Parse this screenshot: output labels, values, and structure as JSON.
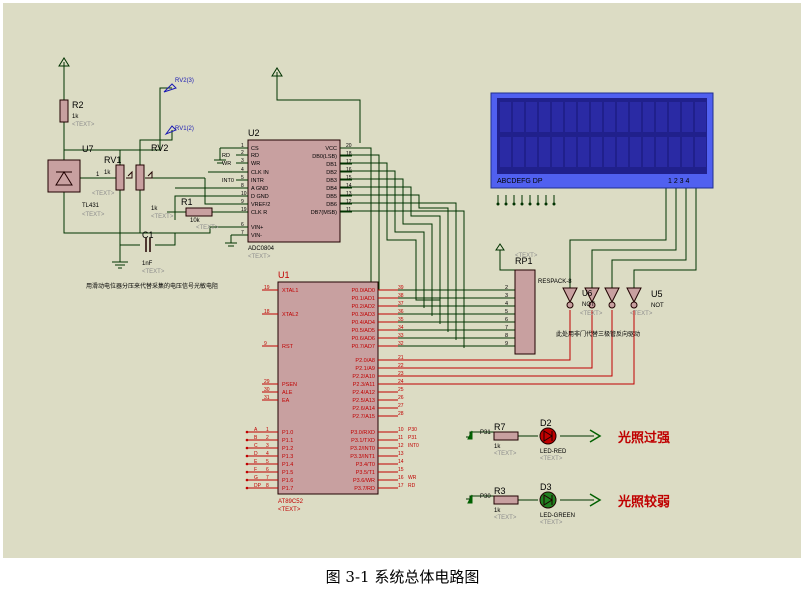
{
  "caption": "图 3-1 系统总体电路图",
  "colors": {
    "canvas": "#dcdcc4",
    "wire": "#003300",
    "chip_fill": "#c8a0a0",
    "chip_stroke": "#200000",
    "u1_text": "#c00000",
    "lcd_bezel": "#5060f0",
    "lcd_screen": "#20208c",
    "wire_red": "#c00000",
    "wire_green": "#006000",
    "label_dark": "#000000",
    "text_gray": "#8c8c8c",
    "net_blue": "#1a1ab4"
  },
  "parts": {
    "r2": {
      "ref": "R2",
      "value": "1k",
      "text": "<TEXT>"
    },
    "u7": {
      "ref": "U7",
      "value": "TL431",
      "text": "<TEXT>"
    },
    "rv1": {
      "ref": "RV1",
      "value": "1k",
      "text": "<TEXT>",
      "pin": "1"
    },
    "rv2": {
      "ref": "RV2",
      "value": "1k",
      "text": "<TEXT>"
    },
    "r1": {
      "ref": "R1",
      "value": "10k",
      "text": "<TEXT>"
    },
    "c1": {
      "ref": "C1",
      "value": "1nF",
      "text": "<TEXT>"
    },
    "probe_rv2": "RV2(3)",
    "probe_rv1": "RV1(2)",
    "u2": {
      "ref": "U2",
      "value": "ADC0804",
      "text": "<TEXT>"
    },
    "u1": {
      "ref": "U1",
      "value": "AT89C52",
      "text": "<TEXT>"
    },
    "rp1": {
      "ref": "RP1",
      "value": "RESPACK-8",
      "text": "<TEXT>"
    },
    "u5": {
      "ref": "U5",
      "value": "NOT",
      "text": "<TEXT>"
    },
    "u6": {
      "ref": "U6",
      "value": "NOT",
      "text": "<TEXT>"
    },
    "r7": {
      "ref": "R7",
      "value": "1k",
      "text": "<TEXT>",
      "net": "P31"
    },
    "d2": {
      "ref": "D2",
      "value": "LED-RED",
      "text": "<TEXT>"
    },
    "r3": {
      "ref": "R3",
      "value": "1k",
      "text": "<TEXT>",
      "net": "P30"
    },
    "d3": {
      "ref": "D3",
      "value": "LED-GREEN",
      "text": "<TEXT>"
    }
  },
  "notes": {
    "sensor": "用滑动电位器分压来代替采集的电压信号光敏电阻",
    "not_gate": "此处用非门代替三极管反向驱动",
    "strong": "光照过强",
    "weak": "光照较弱"
  },
  "lcd": {
    "segments_left": "ABCDEFG DP",
    "digits": "1 2 3 4"
  },
  "adc": {
    "left": [
      {
        "num": "1",
        "name": "CS"
      },
      {
        "num": "2",
        "name": "RD"
      },
      {
        "num": "3",
        "name": "WR"
      },
      {
        "num": "4",
        "name": "CLK IN"
      },
      {
        "num": "5",
        "name": "INTR"
      },
      {
        "num": "8",
        "name": "A GND"
      },
      {
        "num": "10",
        "name": "D GND"
      },
      {
        "num": "9",
        "name": "VREF/2"
      },
      {
        "num": "19",
        "name": "CLK R"
      },
      {
        "num": "6",
        "name": "VIN+"
      },
      {
        "num": "7",
        "name": "VIN-"
      }
    ],
    "left_nets": [
      {
        "pin": "2",
        "net": "RD"
      },
      {
        "pin": "3",
        "net": "WR"
      },
      {
        "pin": "5",
        "net": "INT0"
      }
    ],
    "right": [
      {
        "num": "20",
        "name": "VCC"
      },
      {
        "num": "18",
        "name": "DB0(LSB)"
      },
      {
        "num": "17",
        "name": "DB1"
      },
      {
        "num": "16",
        "name": "DB2"
      },
      {
        "num": "15",
        "name": "DB3"
      },
      {
        "num": "14",
        "name": "DB4"
      },
      {
        "num": "13",
        "name": "DB5"
      },
      {
        "num": "12",
        "name": "DB6"
      },
      {
        "num": "11",
        "name": "DB7(MSB)"
      }
    ]
  },
  "mcu": {
    "left_top": [
      {
        "num": "19",
        "name": "XTAL1"
      },
      {
        "num": "18",
        "name": "XTAL2"
      },
      {
        "num": "9",
        "name": "RST"
      },
      {
        "num": "29",
        "name": "PSEN"
      },
      {
        "num": "30",
        "name": "ALE"
      },
      {
        "num": "31",
        "name": "EA"
      }
    ],
    "left_p1": [
      {
        "net": "A",
        "num": "1",
        "name": "P1.0"
      },
      {
        "net": "B",
        "num": "2",
        "name": "P1.1"
      },
      {
        "net": "C",
        "num": "3",
        "name": "P1.2"
      },
      {
        "net": "D",
        "num": "4",
        "name": "P1.3"
      },
      {
        "net": "E",
        "num": "5",
        "name": "P1.4"
      },
      {
        "net": "F",
        "num": "6",
        "name": "P1.5"
      },
      {
        "net": "G",
        "num": "7",
        "name": "P1.6"
      },
      {
        "net": "DP",
        "num": "8",
        "name": "P1.7"
      }
    ],
    "right": [
      {
        "num": "39",
        "name": "P0.0/AD0"
      },
      {
        "num": "38",
        "name": "P0.1/AD1"
      },
      {
        "num": "37",
        "name": "P0.2/AD2"
      },
      {
        "num": "36",
        "name": "P0.3/AD3"
      },
      {
        "num": "35",
        "name": "P0.4/AD4"
      },
      {
        "num": "34",
        "name": "P0.5/AD5"
      },
      {
        "num": "33",
        "name": "P0.6/AD6"
      },
      {
        "num": "32",
        "name": "P0.7/AD7"
      },
      {
        "num": "21",
        "name": "P2.0/A8"
      },
      {
        "num": "22",
        "name": "P2.1/A9"
      },
      {
        "num": "23",
        "name": "P2.2/A10"
      },
      {
        "num": "24",
        "name": "P2.3/A11"
      },
      {
        "num": "25",
        "name": "P2.4/A12"
      },
      {
        "num": "26",
        "name": "P2.5/A13"
      },
      {
        "num": "27",
        "name": "P2.6/A14"
      },
      {
        "num": "28",
        "name": "P2.7/A15"
      },
      {
        "num": "10",
        "name": "P3.0/RXD",
        "net": "P30"
      },
      {
        "num": "11",
        "name": "P3.1/TXD",
        "net": "P31"
      },
      {
        "num": "12",
        "name": "P3.2/INT0",
        "net": "INT0"
      },
      {
        "num": "13",
        "name": "P3.3/INT1"
      },
      {
        "num": "14",
        "name": "P3.4/T0"
      },
      {
        "num": "15",
        "name": "P3.5/T1"
      },
      {
        "num": "16",
        "name": "P3.6/WR",
        "net": "WR"
      },
      {
        "num": "17",
        "name": "P3.7/RD",
        "net": "RD"
      }
    ]
  },
  "rp_pins": [
    "2",
    "3",
    "4",
    "5",
    "6",
    "7",
    "8",
    "9"
  ]
}
